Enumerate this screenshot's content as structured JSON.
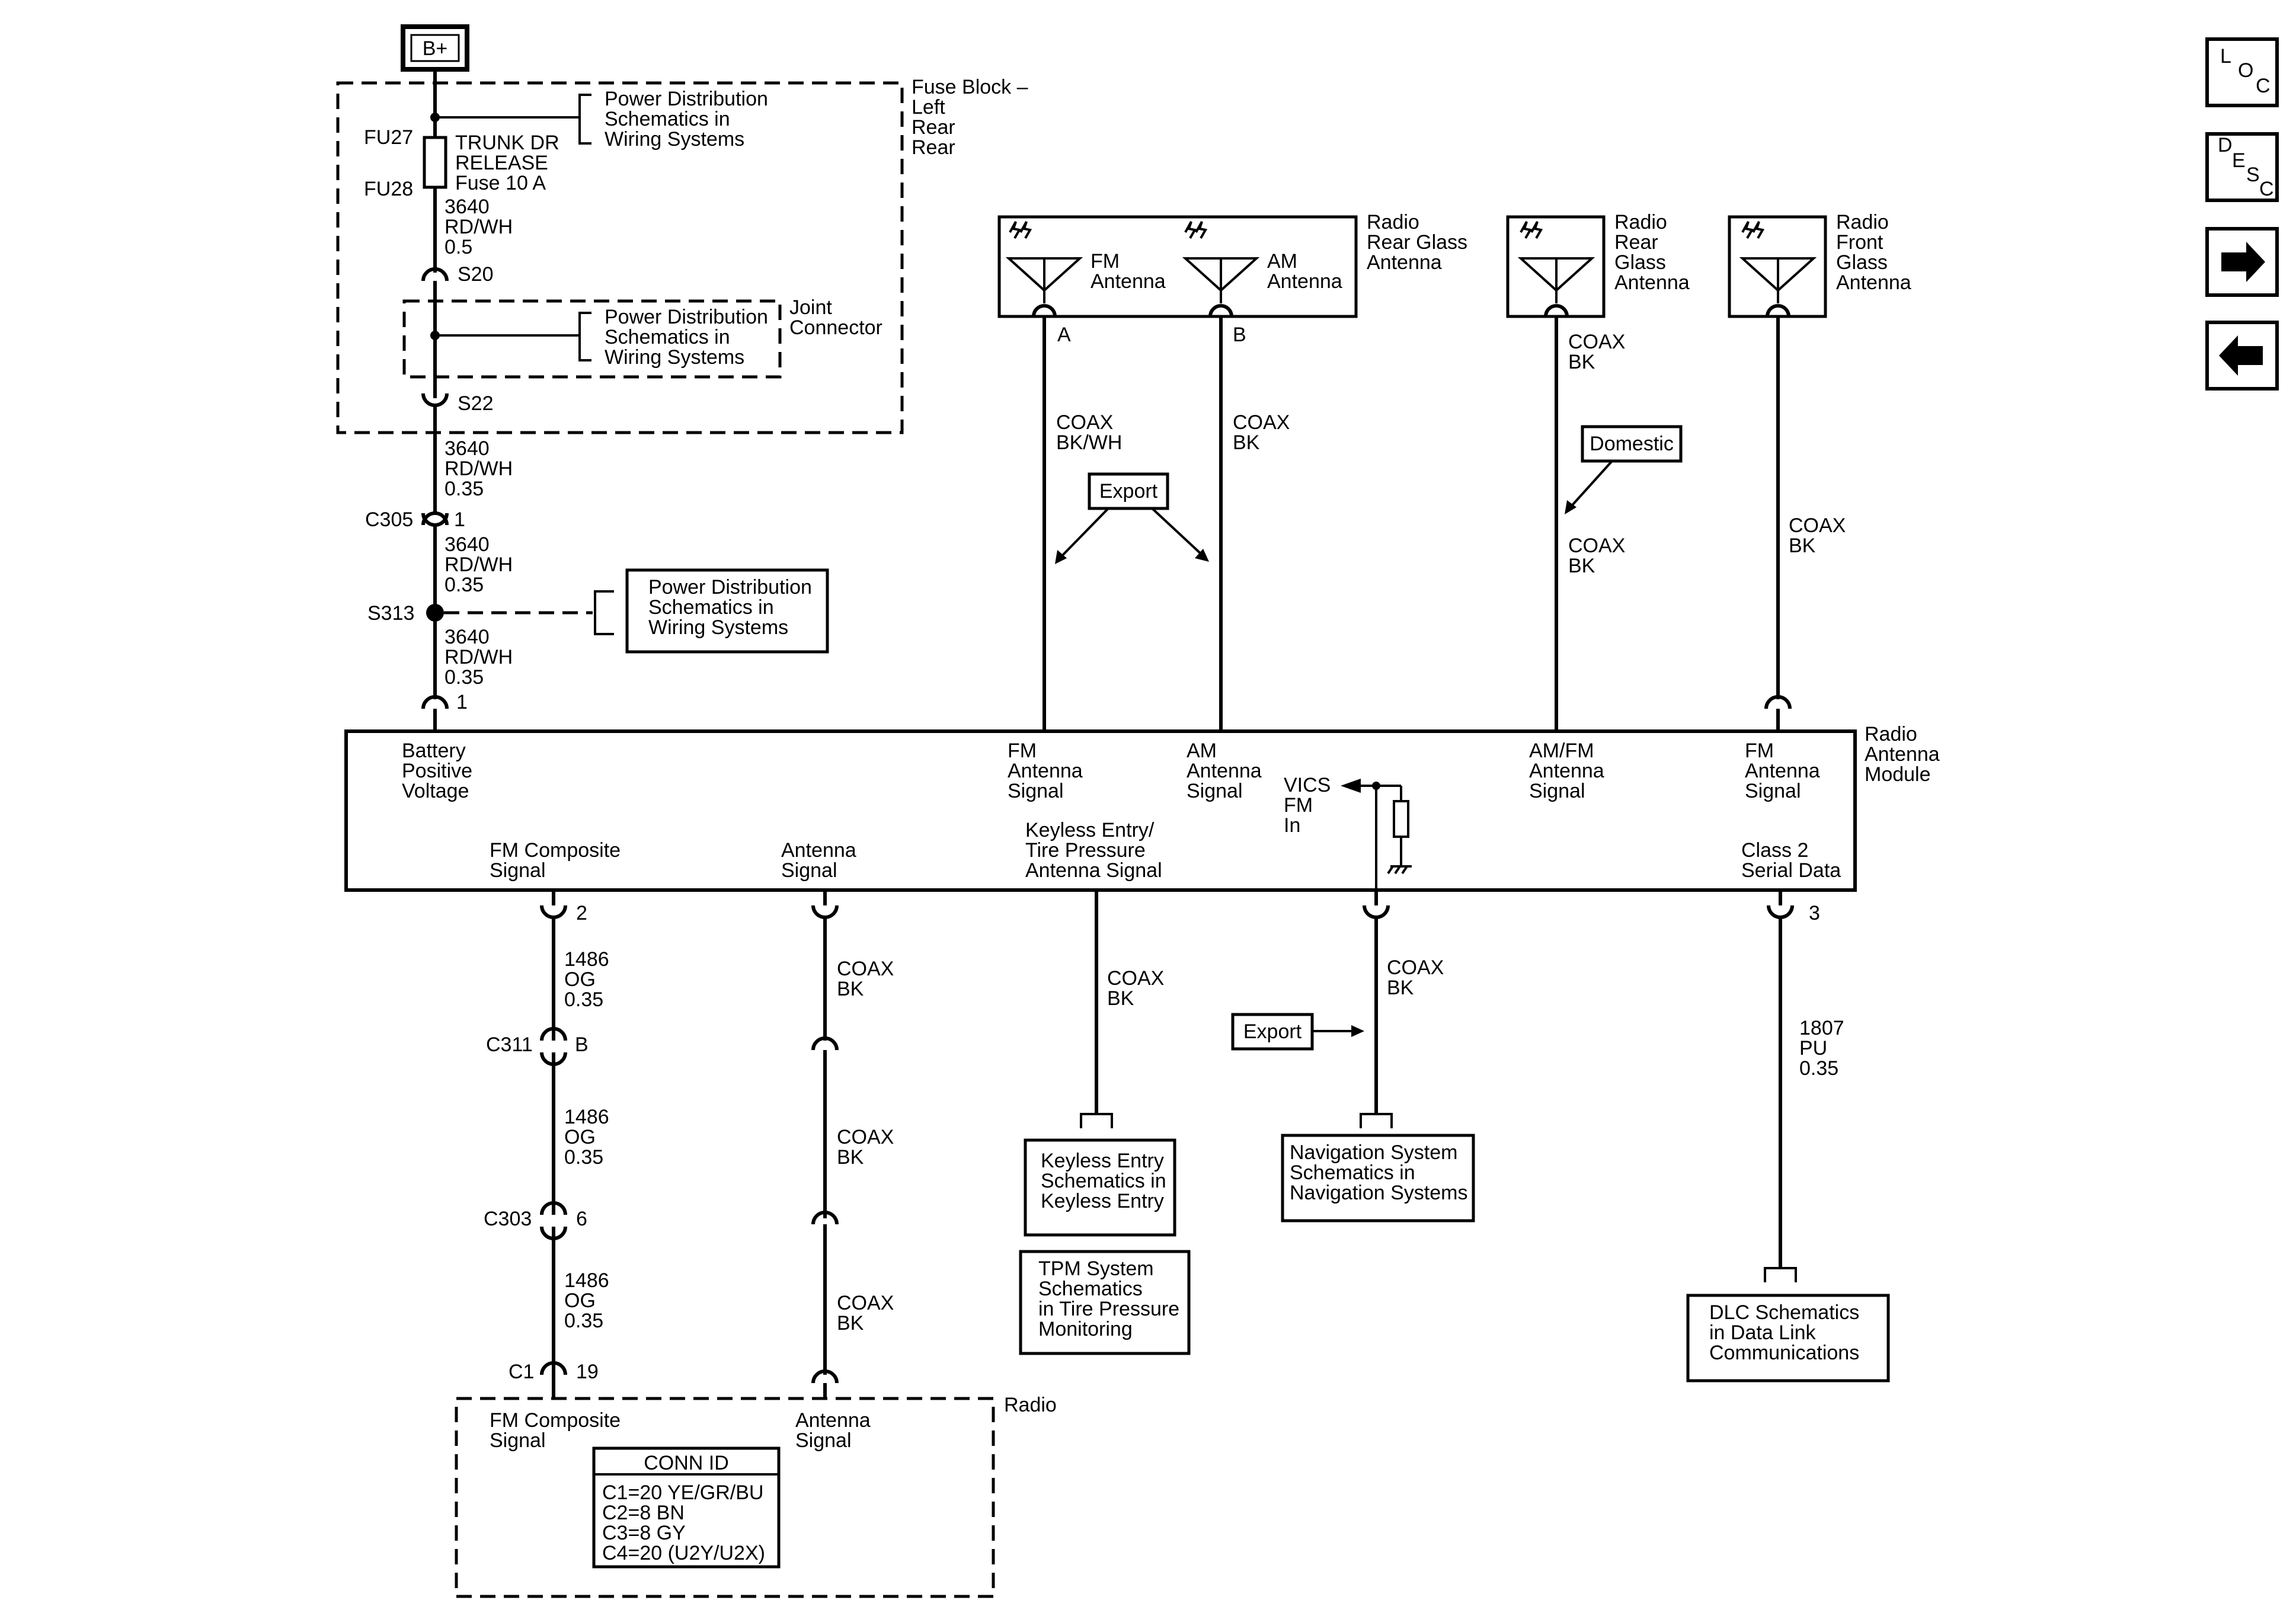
{
  "battery": {
    "label": "B+"
  },
  "fuse_block": {
    "name": "Fuse Block – Left Rear",
    "fuse_top": "FU27",
    "fuse_bottom": "FU28",
    "fuse_desc": [
      "TRUNK DR",
      "RELEASE",
      "Fuse 10 A"
    ],
    "pd_ref": [
      "Power Distribution",
      "Schematics in",
      "Wiring Systems"
    ]
  },
  "wire_3640_fuse": {
    "circuit": "3640",
    "color": "RD/WH",
    "gauge": "0.5"
  },
  "splice_s20": "S20",
  "joint_connector": {
    "name": [
      "Joint",
      "Connector"
    ],
    "pd_ref": [
      "Power Distribution",
      "Schematics in",
      "Wiring Systems"
    ]
  },
  "splice_s22": "S22",
  "wire_3640_a": {
    "circuit": "3640",
    "color": "RD/WH",
    "gauge": "0.35"
  },
  "c305": {
    "name": "C305",
    "pin": "1"
  },
  "wire_3640_b": {
    "circuit": "3640",
    "color": "RD/WH",
    "gauge": "0.35"
  },
  "splice_s313": "S313",
  "s313_pd_ref": [
    "Power Distribution",
    "Schematics in",
    "Wiring Systems"
  ],
  "wire_3640_c": {
    "circuit": "3640",
    "color": "RD/WH",
    "gauge": "0.35"
  },
  "module_pin_1": "1",
  "rear_glass_antenna": {
    "name": [
      "Radio",
      "Rear Glass",
      "Antenna"
    ],
    "fm_label": [
      "FM",
      "Antenna"
    ],
    "am_label": [
      "AM",
      "Antenna"
    ],
    "pin_a": "A",
    "pin_b": "B"
  },
  "rear_glass_antenna_2": {
    "name": [
      "Radio",
      "Rear",
      "Glass",
      "Antenna"
    ]
  },
  "front_glass_antenna": {
    "name": [
      "Radio",
      "Front",
      "Glass",
      "Antenna"
    ]
  },
  "coax_fm": [
    "COAX",
    "BK/WH"
  ],
  "coax_am": [
    "COAX",
    "BK"
  ],
  "coax_rear2_top": [
    "COAX",
    "BK"
  ],
  "coax_rear2_bottom": [
    "COAX",
    "BK"
  ],
  "coax_front": [
    "COAX",
    "BK"
  ],
  "export_label_1": "Export",
  "domestic_label": "Domestic",
  "module": {
    "name": [
      "Radio",
      "Antenna",
      "Module"
    ],
    "battery": [
      "Battery",
      "Positive",
      "Voltage"
    ],
    "fm_sig": [
      "FM",
      "Antenna",
      "Signal"
    ],
    "am_sig": [
      "AM",
      "Antenna",
      "Signal"
    ],
    "amfm_sig": [
      "AM/FM",
      "Antenna",
      "Signal"
    ],
    "fm_sig_2": [
      "FM",
      "Antenna",
      "Signal"
    ],
    "vics": [
      "VICS",
      "FM",
      "In"
    ],
    "fm_composite": [
      "FM Composite",
      "Signal"
    ],
    "antenna_signal": [
      "Antenna",
      "Signal"
    ],
    "keyless": [
      "Keyless Entry/",
      "Tire Pressure",
      "Antenna Signal"
    ],
    "class2": [
      "Class 2",
      "Serial Data"
    ]
  },
  "pin_2": "2",
  "pin_3": "3",
  "wire_1486_a": {
    "circuit": "1486",
    "color": "OG",
    "gauge": "0.35"
  },
  "c311": {
    "name": "C311",
    "pin": "B"
  },
  "wire_1486_b": {
    "circuit": "1486",
    "color": "OG",
    "gauge": "0.35"
  },
  "c303": {
    "name": "C303",
    "pin": "6"
  },
  "wire_1486_c": {
    "circuit": "1486",
    "color": "OG",
    "gauge": "0.35"
  },
  "c1": {
    "name": "C1",
    "pin": "19"
  },
  "coax_ant_1": [
    "COAX",
    "BK"
  ],
  "coax_ant_2": [
    "COAX",
    "BK"
  ],
  "coax_ant_3": [
    "COAX",
    "BK"
  ],
  "coax_keyless": [
    "COAX",
    "BK"
  ],
  "coax_nav": [
    "COAX",
    "BK"
  ],
  "export_label_2": "Export",
  "wire_1807": {
    "circuit": "1807",
    "color": "PU",
    "gauge": "0.35"
  },
  "keyless_ref": [
    "Keyless Entry",
    "Schematics in",
    "Keyless Entry"
  ],
  "tpm_ref": [
    "TPM System",
    "Schematics",
    "in Tire Pressure",
    "Monitoring"
  ],
  "nav_ref": [
    "Navigation System",
    "Schematics in",
    "Navigation Systems"
  ],
  "dlc_ref": [
    "DLC Schematics",
    "in Data Link",
    "Communications"
  ],
  "radio": {
    "name": "Radio",
    "fm_composite": [
      "FM Composite",
      "Signal"
    ],
    "antenna_signal": [
      "Antenna",
      "Signal"
    ],
    "conn_id_title": "CONN ID",
    "conn_ids": [
      "C1=20 YE/GR/BU",
      "C2=8 BN",
      "C3=8 GY",
      "C4=20 (U2Y/U2X)"
    ]
  },
  "nav_buttons": {
    "loc": [
      "L",
      "O",
      "C"
    ],
    "desc": [
      "D",
      "E",
      "S",
      "C"
    ],
    "next_icon": "arrow-right",
    "prev_icon": "arrow-left"
  }
}
